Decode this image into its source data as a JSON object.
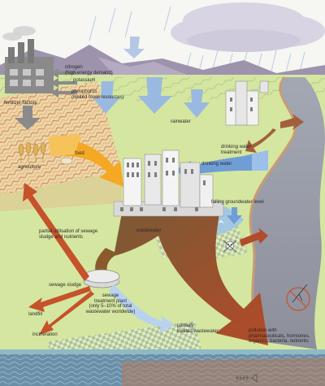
{
  "labels": {
    "nitrogen": "nitrogen\n(high energy demand)",
    "potassium": "potassium",
    "phosphorus": "phosphorus\n(limited fossil resources)",
    "fertilizer_factory": "fertilizer factory",
    "agriculture": "agriculture",
    "food": "food",
    "rainwater": "rainwater",
    "drinking_water_treatment": "drinking water\ntreatment",
    "drinking_water": "drinking water",
    "falling_groundwater": "falling groundwater level",
    "wastewater": "wastewater",
    "partial_utilisation": "partial utilisation of sewage\nsludge and nutrients",
    "sewage_sludge": "sewage sludge",
    "sewage_treatment_plant": "sewage\ntreatment plant\n(only 5–10% of total\nwastewater worldwide)",
    "landfill": "landfill",
    "incineration": "incineration",
    "partially_treated": "partially\ntreated wastewater",
    "pollution": "pollution with\npharmaceuticals, hormones,\norganics, bacteria, nutrients"
  },
  "colors": {
    "sky": "#f6f6f2",
    "cloud": "#d8d4e4",
    "mountain": "#9d93ad",
    "grass": "#d5e6a0",
    "field": "#ecd7a6",
    "river": "#8f97a4",
    "river_edge": "#c89c73",
    "rain": "#b9cce6",
    "wastewater_arrow": "#8a5a2c",
    "pollution_arrow": "#b24c2a",
    "food_arrow": "#f4a823",
    "drinking_arrow": "#6f9ed6",
    "sludge_arrow": "#c5522a"
  }
}
